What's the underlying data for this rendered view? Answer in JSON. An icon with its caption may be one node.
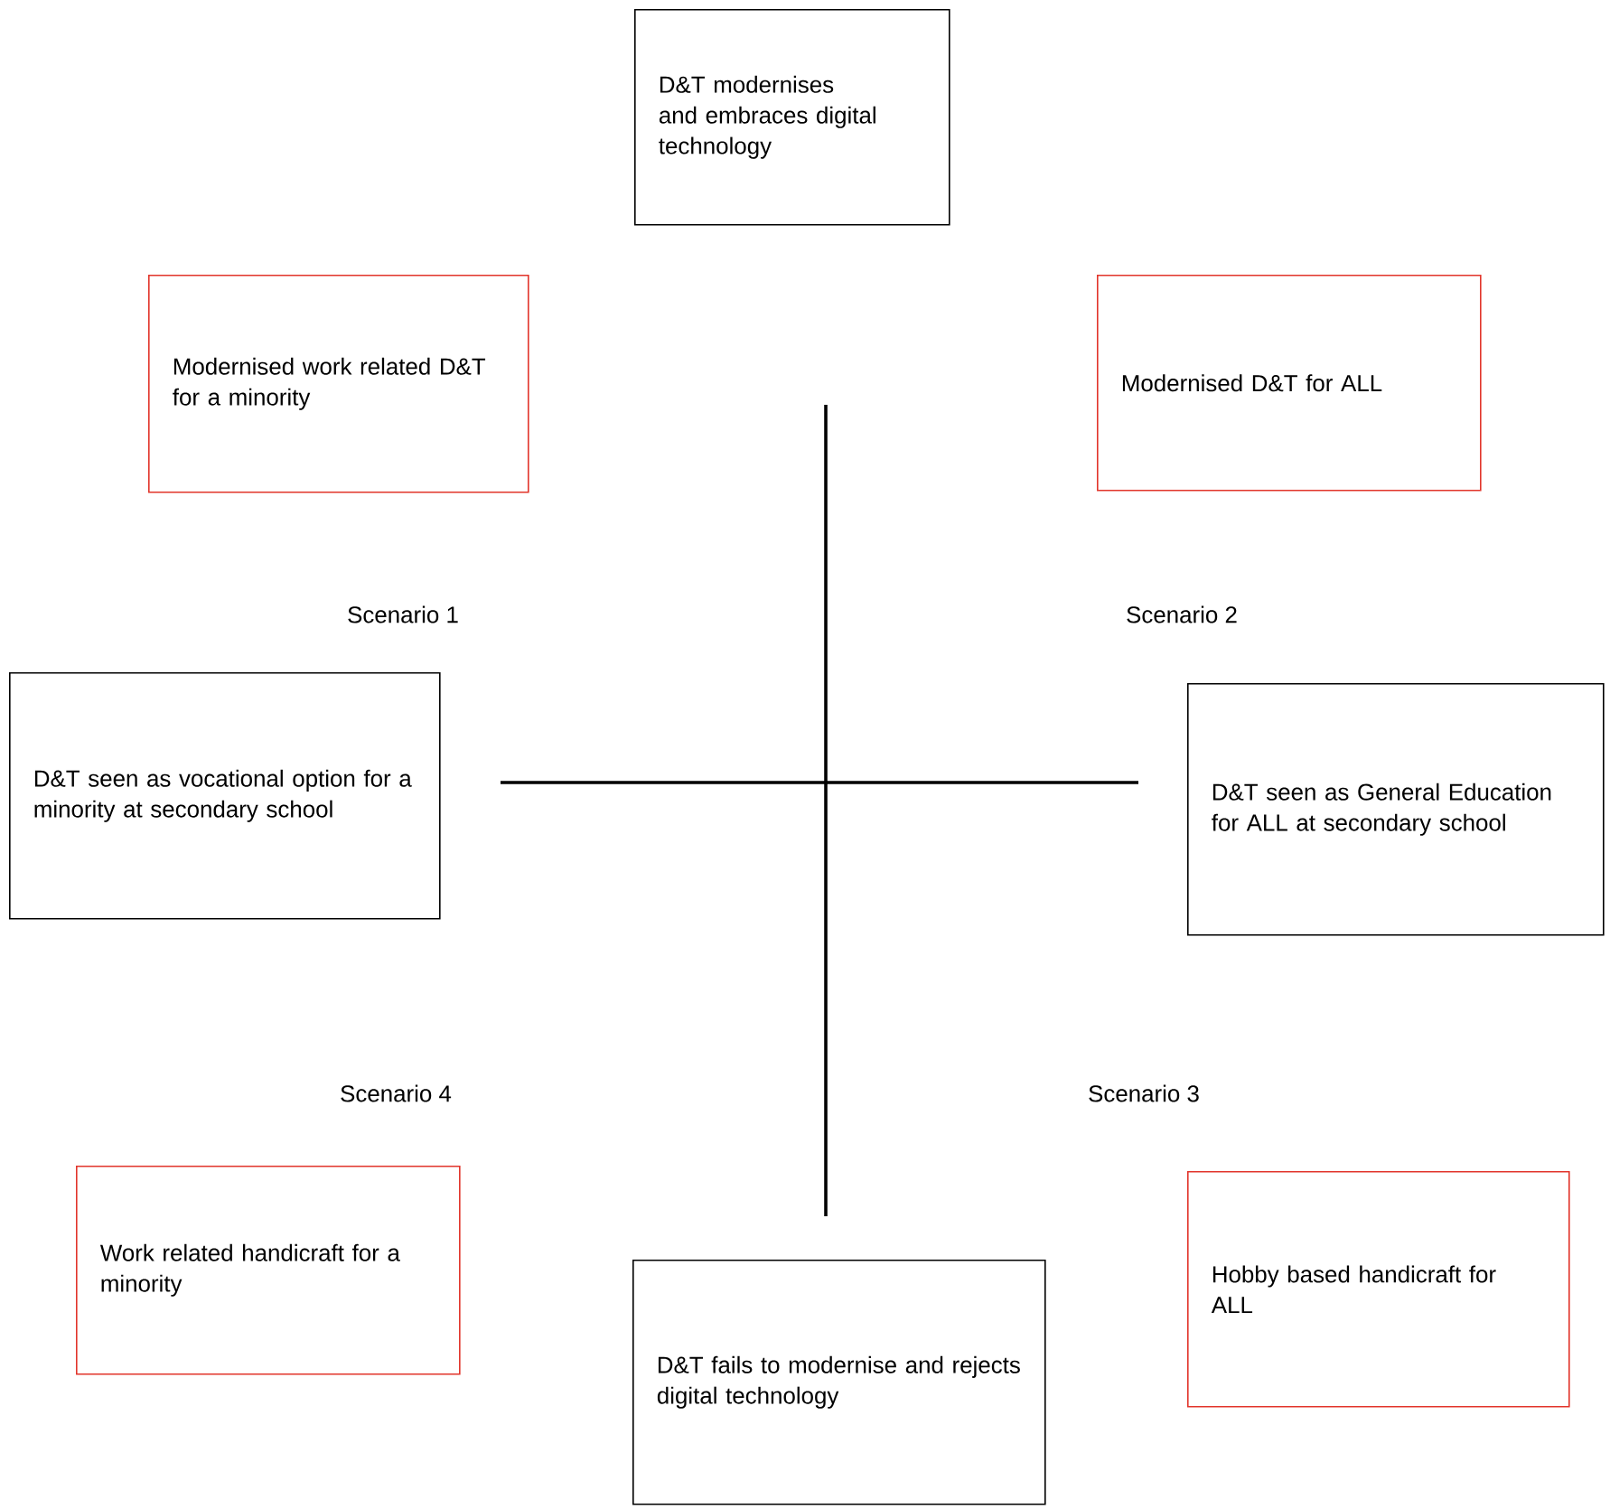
{
  "diagram": {
    "nodes": [
      {
        "text": [
          "D&T modernises and embraces digital technology"
        ]
      },
      {
        "text": [
          "Modernised work related D&T for a minority"
        ]
      },
      {
        "text": [
          "Modernised D&T for ALL"
        ]
      },
      {
        "text": [
          "D&T seen as vocational option for a minority at secondary school"
        ]
      },
      {
        "text": [
          "D&T seen as General Education for ALL at secondary school"
        ]
      },
      {
        "text": [
          "Work related handicraft for a minority"
        ]
      },
      {
        "text": [
          "Hobby based handicraft for ALL"
        ]
      },
      {
        "text": [
          "D&T fails to modernise and rejects digital technology"
        ]
      }
    ],
    "labels": [
      "Scenario 1",
      "Scenario 2",
      "Scenario 4",
      "Scenario 3"
    ]
  }
}
